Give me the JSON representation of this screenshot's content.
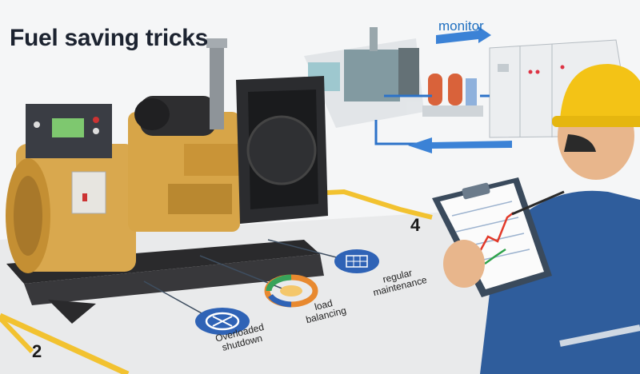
{
  "title": "Fuel saving tricks",
  "monitor_label": "monitor",
  "step_numbers": {
    "step_4": "4",
    "step_2": "2"
  },
  "callouts": {
    "overloaded": {
      "line1": "Overloaded",
      "line2": "shutdown"
    },
    "load": {
      "line1": "load",
      "line2": "balancing"
    },
    "regular": {
      "line1": "regular",
      "line2": "maintenance"
    }
  },
  "icons": [
    "overloaded-shutdown-icon",
    "load-balancing-icon",
    "regular-maintenance-icon",
    "monitor-arrow-icon"
  ],
  "colors": {
    "generator_body": "#d9a84e",
    "frame": "#2c2c2e",
    "floor_marking": "#f2c230",
    "accent_blue": "#1f6fc0",
    "helmet": "#f3c316",
    "uniform": "#2f5d9c"
  }
}
